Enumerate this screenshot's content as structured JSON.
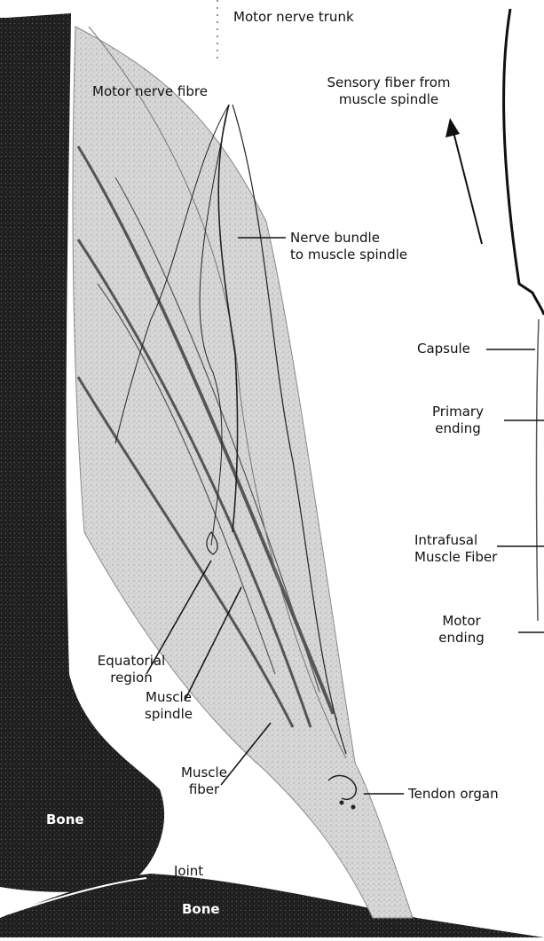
{
  "labels": {
    "motor_nerve_trunk": "Motor nerve trunk",
    "motor_nerve_fibre": "Motor nerve fibre",
    "sensory_fiber_line1": "Sensory fiber from",
    "sensory_fiber_line2": "muscle spindle",
    "nerve_bundle_line1": "Nerve bundle",
    "nerve_bundle_line2": "to muscle spindle",
    "capsule": "Capsule",
    "primary_line1": "Primary",
    "primary_line2": "ending",
    "intrafusal_line1": "Intrafusal",
    "intrafusal_line2": "Muscle Fiber",
    "motor_ending_line1": "Motor",
    "motor_ending_line2": "ending",
    "equatorial_line1": "Equatorial",
    "equatorial_line2": "region",
    "spindle_line1": "Muscle",
    "spindle_line2": "spindle",
    "muscle_fiber_line1": "Muscle",
    "muscle_fiber_line2": "fiber",
    "tendon_organ": "Tendon organ",
    "joint": "Joint",
    "bone_upper": "Bone",
    "bone_lower": "Bone"
  },
  "colors": {
    "bone": "#1c1c1c",
    "muscle": "#c9c9c9",
    "fiber_stroke": "#555555",
    "line": "#111111"
  }
}
